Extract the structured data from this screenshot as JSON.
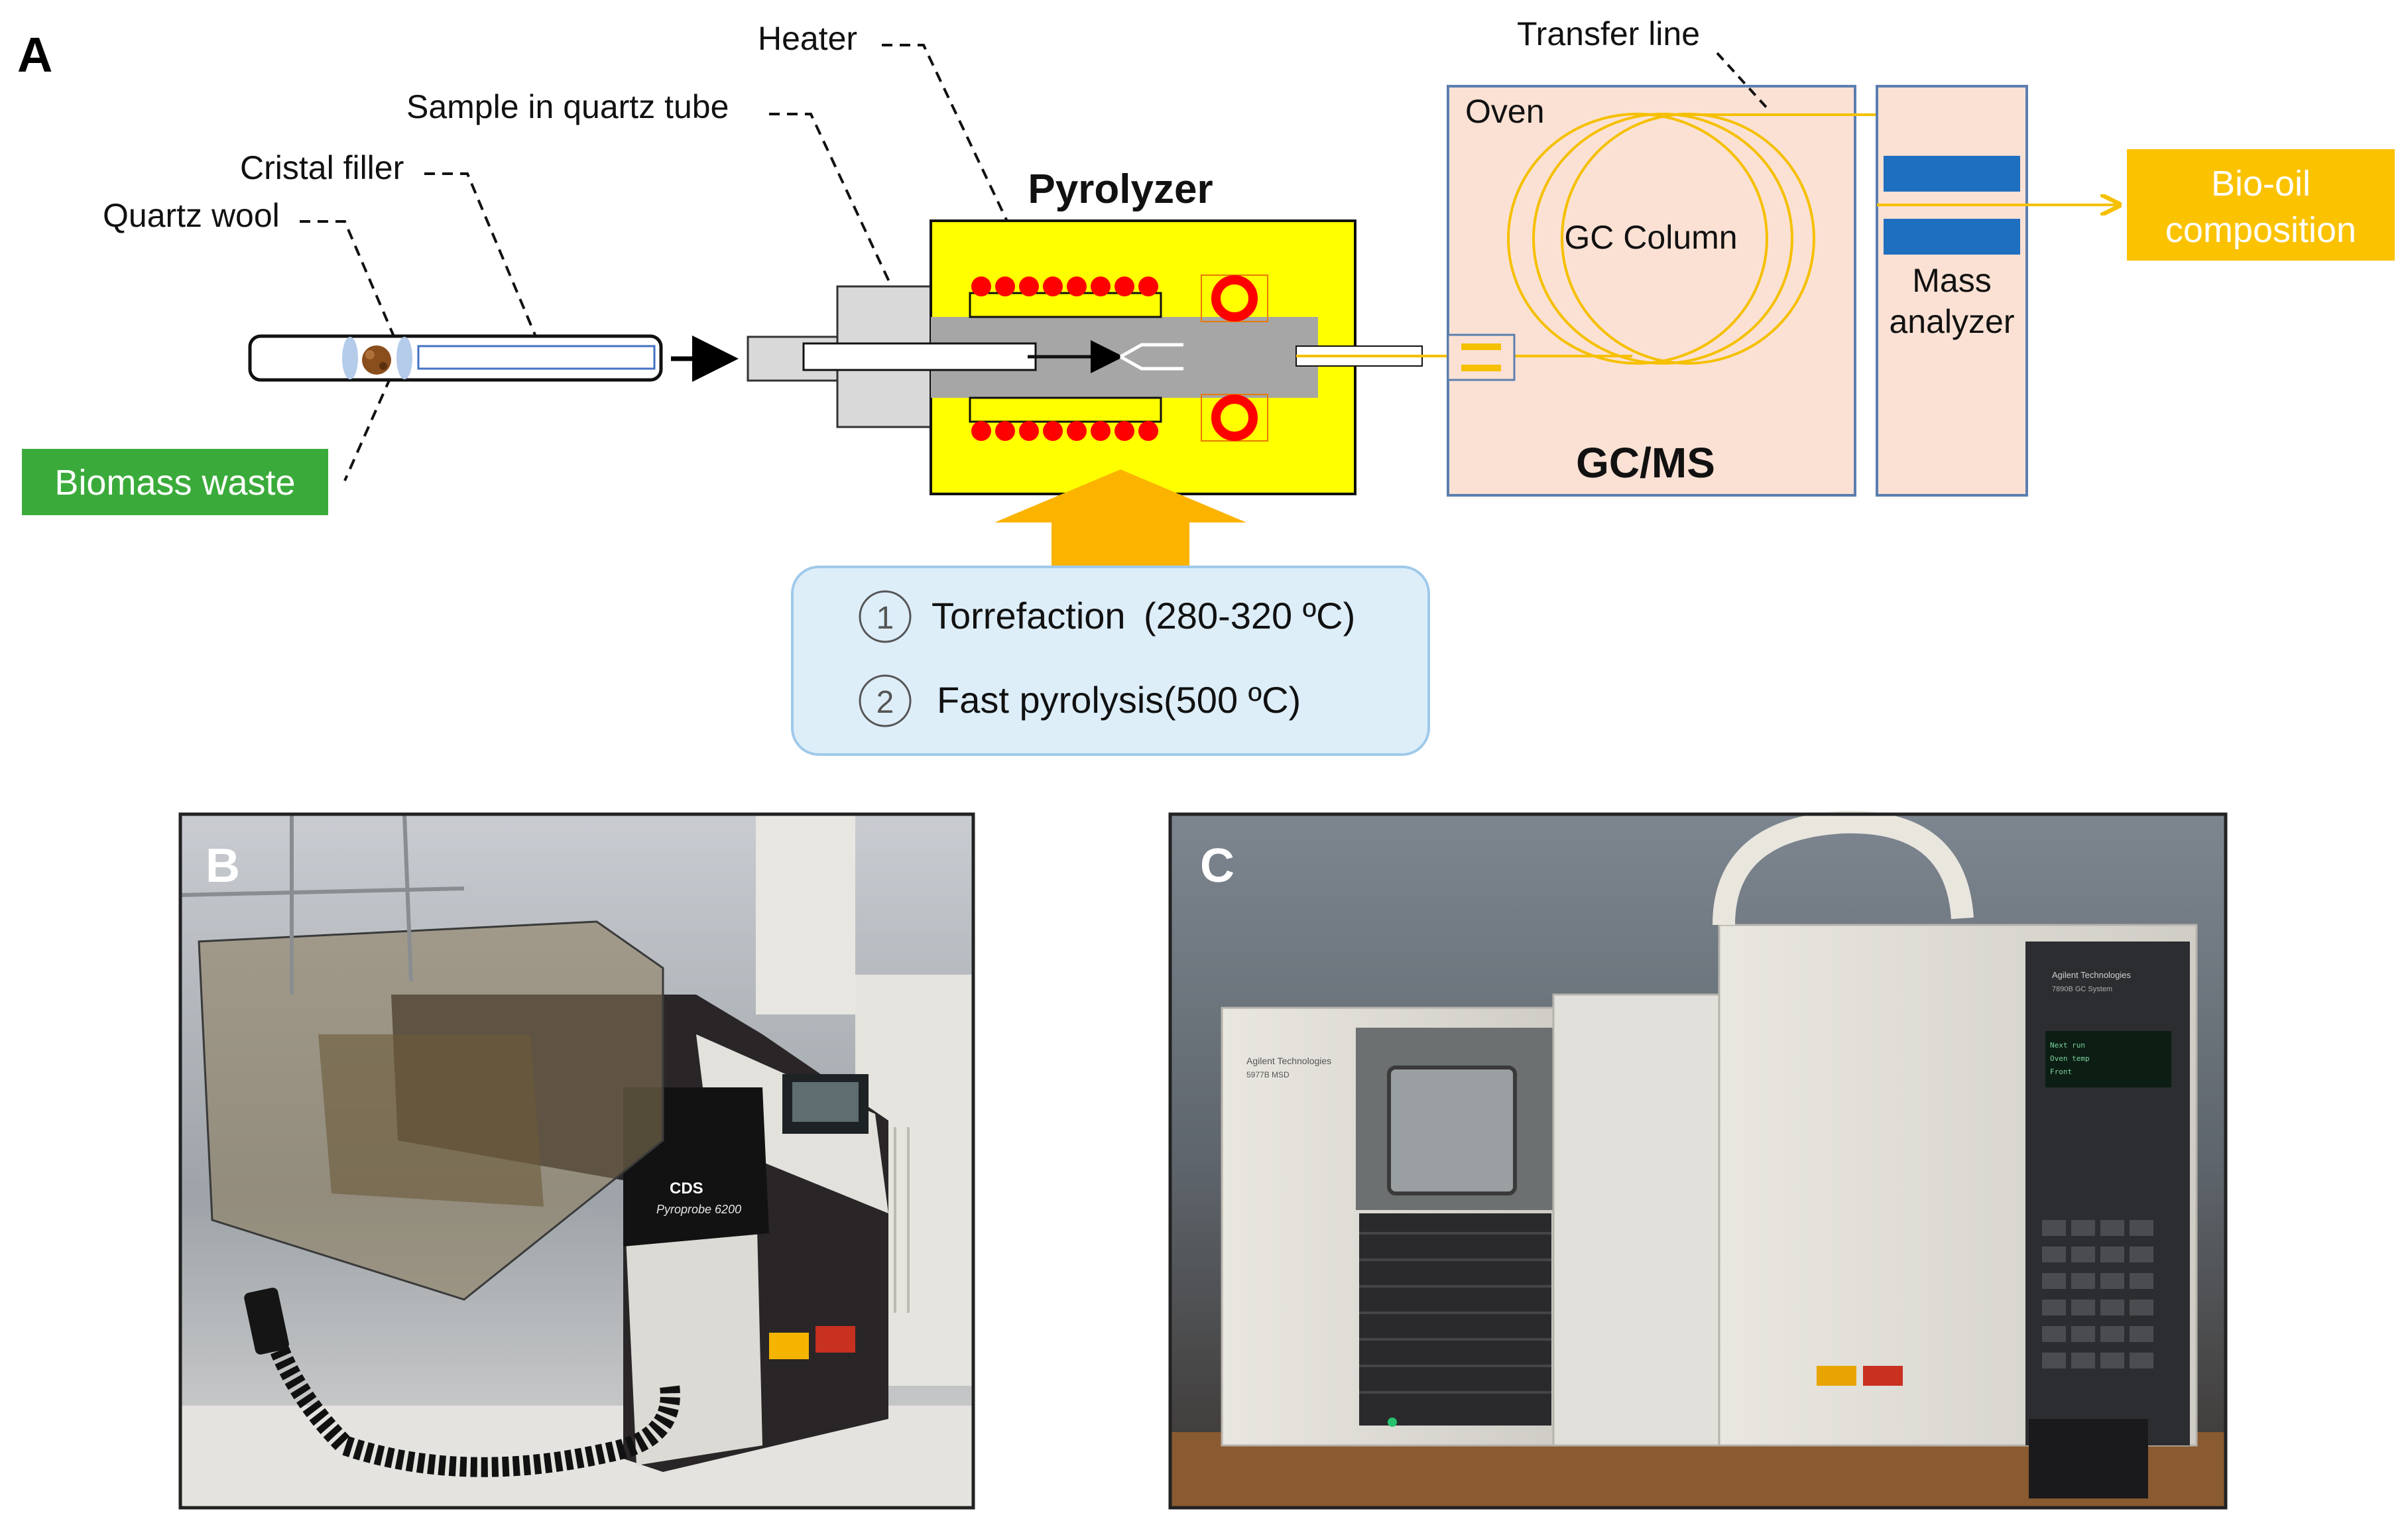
{
  "panel_a": {
    "letter": "A",
    "labels": {
      "heater": "Heater",
      "sample_in_quartz_tube": "Sample in quartz tube",
      "cristal_filler": "Cristal filler",
      "quartz_wool": "Quartz wool",
      "biomass_waste": "Biomass waste",
      "pyrolyzer": "Pyrolyzer",
      "transfer_line": "Transfer line",
      "oven": "Oven",
      "gc_column": "GC Column",
      "gcms": "GC/MS",
      "mass_analyzer_line1": "Mass",
      "mass_analyzer_line2": "analyzer",
      "bio_oil_line1": "Bio-oil",
      "bio_oil_line2": "composition"
    },
    "conditions": [
      {
        "number": "1",
        "name": "Torrefaction",
        "value": "(280-320 ºC)"
      },
      {
        "number": "2",
        "name": "Fast pyrolysis",
        "value": "(500 ºC)"
      }
    ],
    "colors": {
      "pyrolyzer_fill": "#ffff00",
      "heater_coil": "#ff0000",
      "gcms_fill": "#fbe1d4",
      "gcms_border": "#5b7fb0",
      "gold_line": "#f5c000",
      "orange_arrow": "#fbb300",
      "biomass_green": "#3aab3a",
      "mass_blue": "#1f6fc0",
      "conditions_fill": "#ddeef9",
      "conditions_border": "#9fc9ea"
    }
  },
  "panel_b": {
    "letter": "B",
    "device_brand": "CDS",
    "device_model": "Pyroprobe 6200"
  },
  "panel_c": {
    "letter": "C",
    "ms_brand": "Agilent Technologies",
    "ms_model": "5977B MSD",
    "gc_brand": "Agilent Technologies",
    "gc_model": "7890B GC System"
  }
}
